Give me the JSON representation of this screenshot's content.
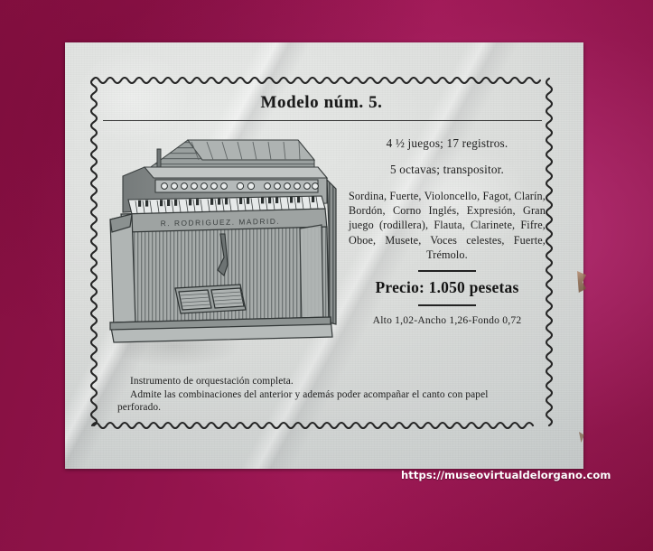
{
  "page": {
    "background_color": "#8d1148",
    "paper_color": "#dcdedc",
    "ink_color": "#1d1d1d"
  },
  "advert": {
    "title": "Modelo núm. 5.",
    "specs": [
      "4 ½ juegos; 17  registros.",
      "5 octavas; transpositor."
    ],
    "stops_text": "Sordina, Fuerte, Violoncello, Fagot, Clarín, Bordón, Corno Inglés, Expresión, Gran juego (rodillera), Flauta, Clarinete, Fifre, Oboe, Musete, Voces celestes, Fuerte, Trémolo.",
    "stops_list": [
      "Sordina",
      "Fuerte",
      "Violoncello",
      "Fagot",
      "Clarín",
      "Bordón",
      "Corno Inglés",
      "Expresión",
      "Gran juego (rodillera)",
      "Flauta",
      "Clarinete",
      "Fifre",
      "Oboe",
      "Musete",
      "Voces celestes",
      "Fuerte",
      "Trémolo"
    ],
    "price": "Precio: 1.050 pesetas",
    "dimensions": "Alto 1,02-Ancho 1,26-Fondo 0,72",
    "notes": [
      "Instrumento de orquestación completa.",
      "Admite las combinaciones del anterior y además poder acompañar el canto con papel perforado."
    ],
    "instrument_nameplate": "R. RODRIGUEZ.  MADRID."
  },
  "watermark": {
    "url": "https://museovirtualdelorgano.com"
  }
}
